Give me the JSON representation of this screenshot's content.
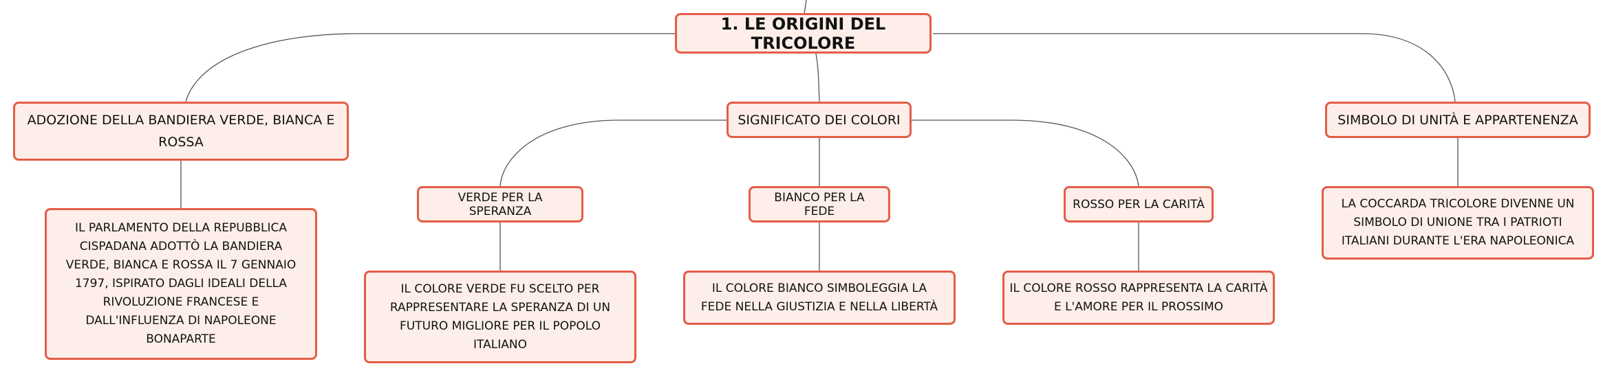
{
  "map": {
    "root": "1. LE ORIGINI DEL TRICOLORE",
    "topics": {
      "adozione": "ADOZIONE DELLA BANDIERA VERDE, BIANCA E ROSSA",
      "significato": "SIGNIFICATO DEI COLORI",
      "simbolo": "SIMBOLO DI UNITÀ E APPARTENENZA"
    },
    "subtopics": {
      "verde": "VERDE PER LA SPERANZA",
      "bianco": "BIANCO PER LA FEDE",
      "rosso": "ROSSO PER LA CARITÀ"
    },
    "details": {
      "parlamento": "IL PARLAMENTO DELLA REPUBBLICA CISPADANA ADOTTÒ LA BANDIERA VERDE, BIANCA E ROSSA IL 7 GENNAIO 1797, ISPIRATO DAGLI IDEALI DELLA RIVOLUZIONE FRANCESE E DALL'INFLUENZA DI NAPOLEONE BONAPARTE",
      "verde": "IL COLORE VERDE FU SCELTO PER RAPPRESENTARE LA SPERANZA DI UN FUTURO MIGLIORE PER IL POPOLO ITALIANO",
      "bianco": "IL COLORE BIANCO SIMBOLEGGIA LA FEDE NELLA GIUSTIZIA E NELLA LIBERTÀ",
      "rosso": "IL COLORE ROSSO RAPPRESENTA LA CARITÀ E L'AMORE PER IL PROSSIMO",
      "coccarda": "LA COCCARDA TRICOLORE DIVENNE UN SIMBOLO DI UNIONE TRA I PATRIOTI ITALIANI DURANTE L'ERA NAPOLEONICA"
    }
  },
  "colors": {
    "node_fill": "#fdeee9",
    "node_border": "#e35d46",
    "connector": "#555555"
  }
}
